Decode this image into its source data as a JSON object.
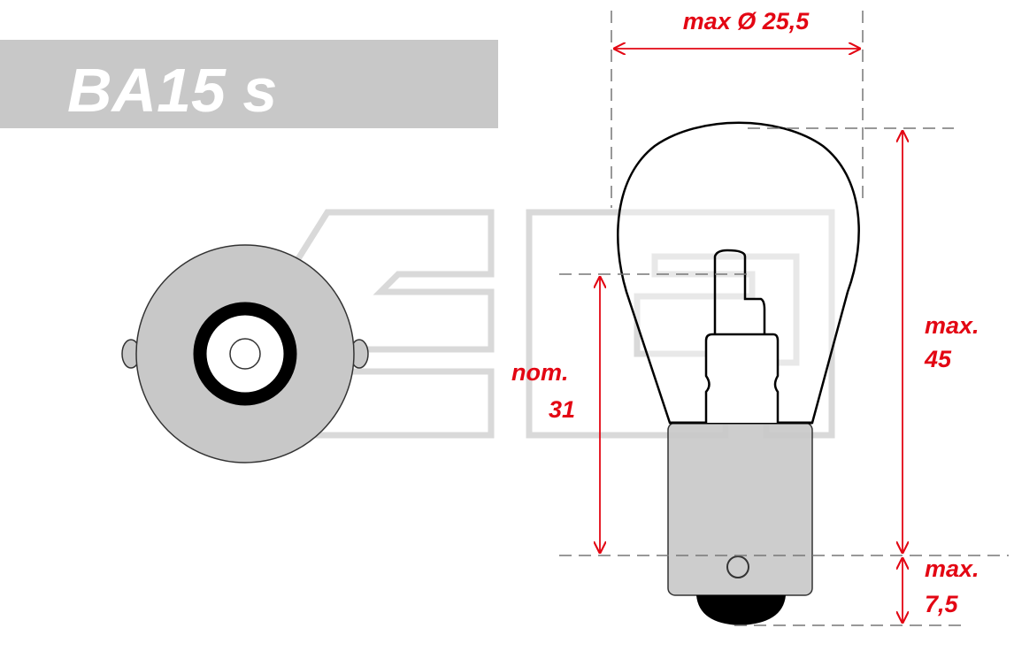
{
  "title": "BA15 s",
  "colors": {
    "dimension": "#e30613",
    "base": "#c8c8c8",
    "title_band": "#c8c8c8",
    "watermark": "#d9d9d9"
  },
  "dimensions": {
    "diameter": "max Ø 25,5",
    "height_label": "max.",
    "height_value": "45",
    "light_center_label": "nom.",
    "light_center_value": "31",
    "cap_label": "max.",
    "cap_value": "7,5"
  }
}
